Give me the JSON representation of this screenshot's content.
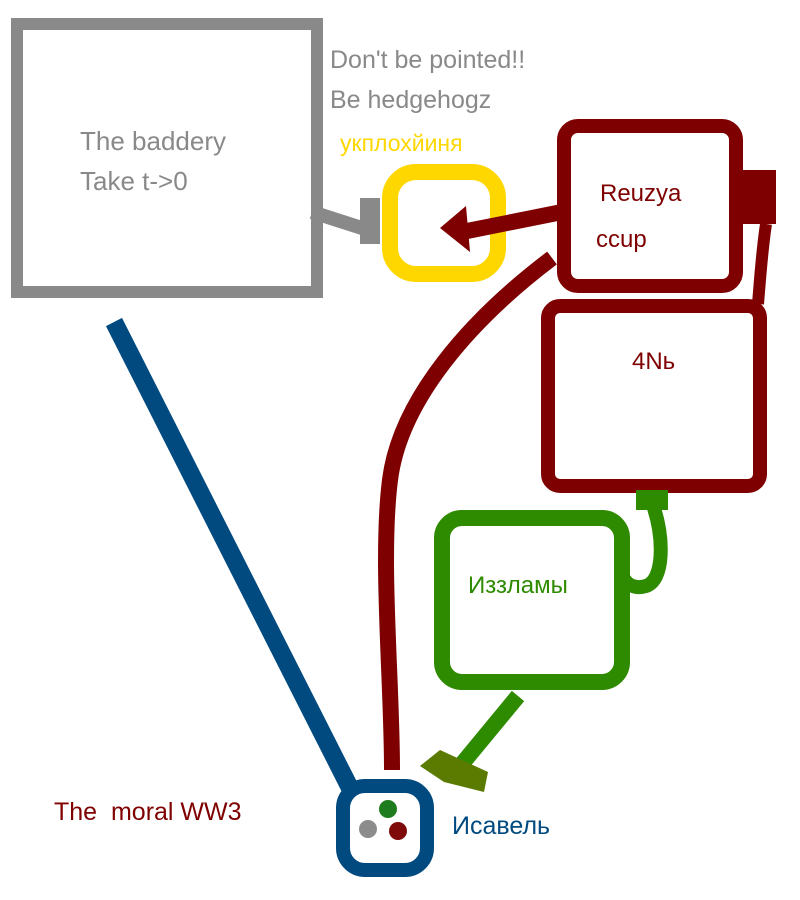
{
  "colors": {
    "gray": "#898989",
    "dark_red": "#7f0000",
    "yellow": "#ffd700",
    "green": "#2e8b00",
    "olive": "#5a7a00",
    "blue": "#004a80",
    "dot_gray": "#8c8c8c",
    "dot_green": "#1e7b1e",
    "dot_red": "#7f0a0a"
  },
  "nodes": {
    "baddery": {
      "line1": "The baddery",
      "line2": "Take t->0"
    },
    "hedgehog_note": {
      "line1": "Don't be pointed!!",
      "line2": "Be hedgehogz"
    },
    "ukplokh": {
      "label": "укплохйиня"
    },
    "reuzya": {
      "line1": "Reuzya",
      "line2": "ccup"
    },
    "fournb": {
      "label": "4Nь"
    },
    "izzlamy": {
      "label": "Иззламы"
    },
    "isavel": {
      "label": "Исавель"
    },
    "moral": {
      "label": "The  moral WW3"
    }
  }
}
